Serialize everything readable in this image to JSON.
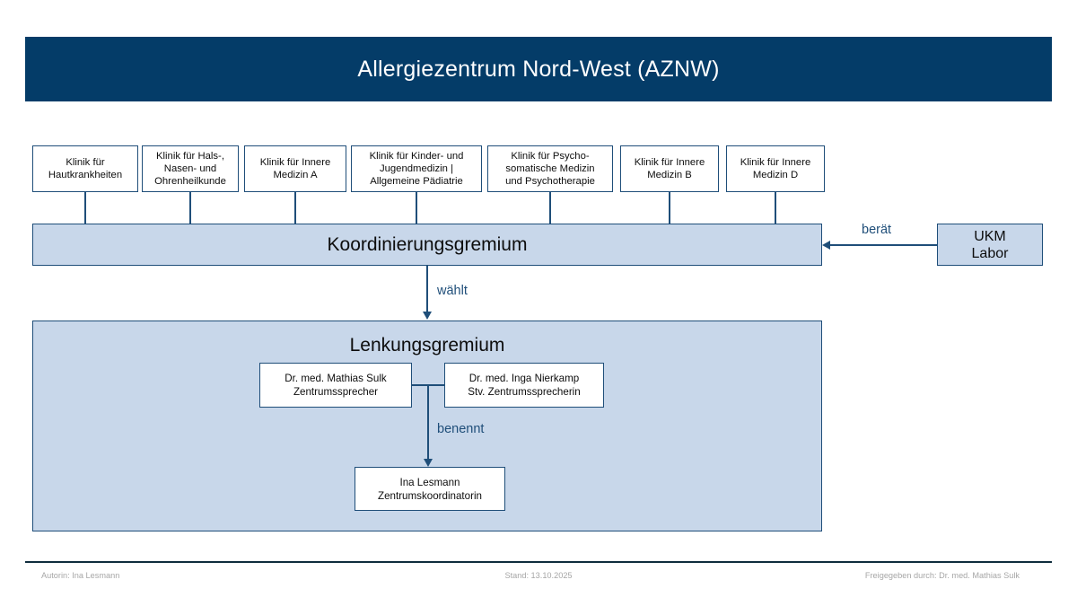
{
  "header": {
    "title": "Allergiezentrum Nord-West (AZNW)"
  },
  "clinics": [
    {
      "label": "Klinik für\nHautkrankheiten"
    },
    {
      "label": "Klinik für  Hals-,\nNasen-  und\nOhrenheilkunde"
    },
    {
      "label": "Klinik für  Innere\nMedizin A"
    },
    {
      "label": "Klinik für  Kinder-  und\nJugendmedizin  |\nAllgemeine Pädiatrie"
    },
    {
      "label": "Klinik für  Psycho-\nsomatische Medizin\nund Psychotherapie"
    },
    {
      "label": "Klinik für  Innere\nMedizin B"
    },
    {
      "label": "Klinik für  Innere\nMedizin D"
    }
  ],
  "koordinierungsgremium": {
    "label": "Koordinierungsgremium"
  },
  "ukm_labor": {
    "label": "UKM\nLabor"
  },
  "lenkungsgremium": {
    "label": "Lenkungsgremium",
    "speaker": {
      "name": "Dr. med. Mathias Sulk",
      "role": "Zentrumssprecher"
    },
    "deputy": {
      "name": "Dr. med. Inga Nierkamp",
      "role": "Stv. Zentrumssprecherin"
    },
    "coordinator": {
      "name": "Ina Lesmann",
      "role": "Zentrumskoordinatorin"
    }
  },
  "edges": {
    "beraet": "berät",
    "waehlt": "wählt",
    "benennt": "benennt"
  },
  "footer": {
    "author": "Autorin: Ina Lesmann",
    "date": "Stand: 13.10.2025",
    "approved": "Freigegeben durch: Dr. med. Mathias Sulk"
  },
  "colors": {
    "banner": "#043c68",
    "panel_fill": "#c8d7ea",
    "border": "#1f4e79",
    "edge_label": "#1f4e79",
    "footer_text": "#a6a6a6"
  }
}
